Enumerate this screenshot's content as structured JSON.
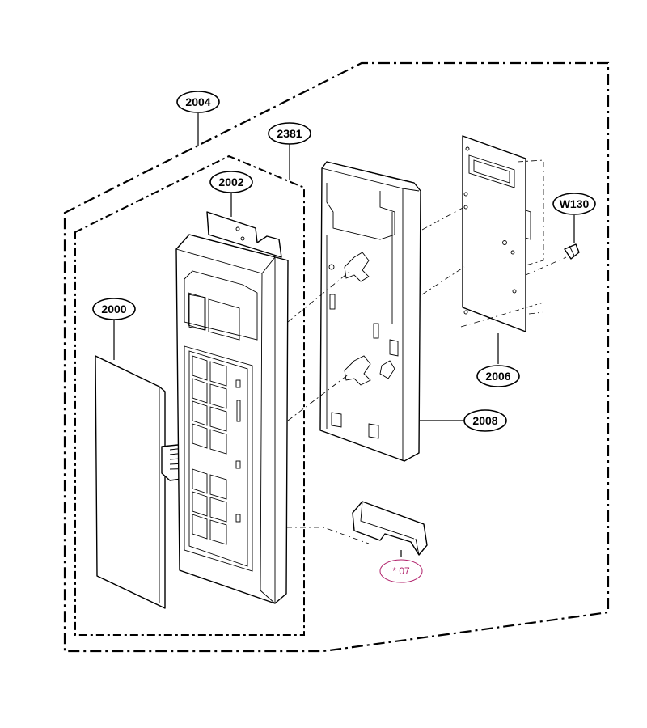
{
  "callouts": {
    "c2004": "2004",
    "c2381": "2381",
    "c2002": "2002",
    "c2000": "2000",
    "c2008": "2008",
    "c2006": "2006",
    "cW130": "W130",
    "c07": "* 07"
  },
  "colors": {
    "line": "#000000",
    "background": "#ffffff",
    "accent_callout": "#b0206a"
  }
}
